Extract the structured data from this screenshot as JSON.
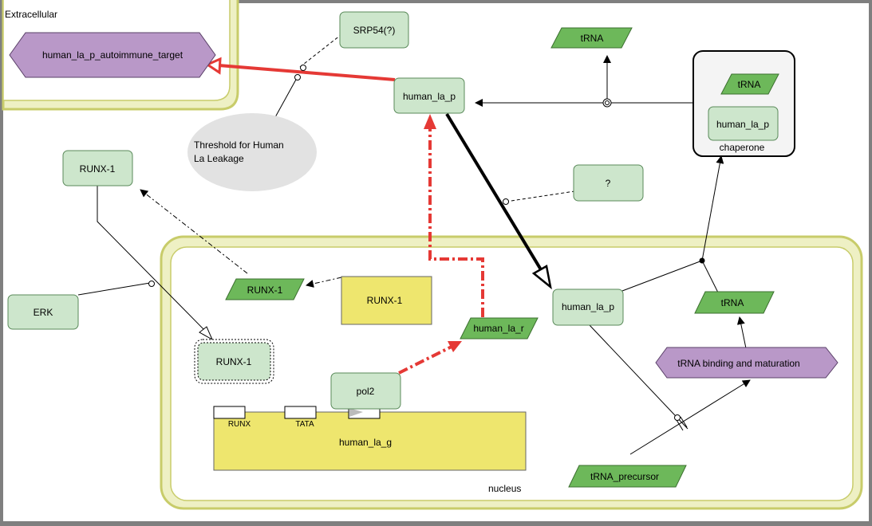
{
  "compartments": {
    "extracellular": "Extracellular",
    "nucleus": "nucleus"
  },
  "nodes": {
    "autoimmune_target": "human_la_p_autoimmune_target",
    "srp54": "SRP54(?)",
    "trna_top": "tRNA",
    "human_la_p_top": "human_la_p",
    "chaperone_trna": "tRNA",
    "chaperone_la_p": "human_la_p",
    "chaperone": "chaperone",
    "threshold_line1": "Threshold for Human",
    "threshold_line2": "La Leakage",
    "runx_top": "RUNX-1",
    "unknown": "?",
    "erk": "ERK",
    "runx_mrna": "RUNX-1",
    "runx_gene": "RUNX-1",
    "runx_complex": "RUNX-1",
    "human_la_r": "human_la_r",
    "human_la_p_nuc": "human_la_p",
    "trna_mid": "tRNA",
    "trna_process": "tRNA binding and maturation",
    "pol2": "pol2",
    "gene": "human_la_g",
    "site_runx": "RUNX",
    "site_tata": "TATA",
    "trna_precursor": "tRNA_precursor"
  },
  "colors": {
    "compartment_border": "#c8cc6a",
    "compartment_fill": "#eef0c4",
    "macromolecule": "#cde6cc",
    "macromolecule_border": "#5a8a5a",
    "nucleic_acid": "#6db85a",
    "gene": "#eee66e",
    "phenotype": "#b998c8",
    "process_gray": "#e2e2e2",
    "inhibition_red": "#e53935",
    "background_gray": "#7f7f7f"
  }
}
